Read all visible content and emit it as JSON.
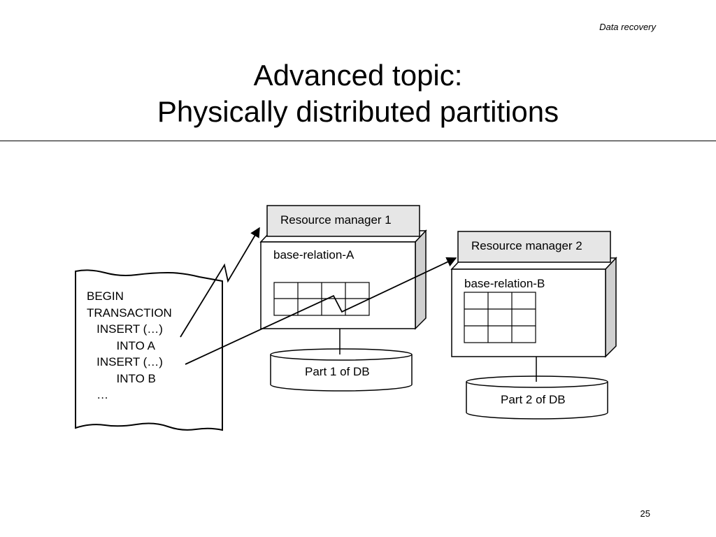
{
  "header": {
    "section": "Data recovery"
  },
  "title": {
    "line1": "Advanced topic:",
    "line2": "Physically distributed partitions"
  },
  "transaction": {
    "lines": [
      "BEGIN",
      "TRANSACTION",
      "   INSERT (…)",
      "         INTO A",
      "   INSERT (…)",
      "         INTO B",
      "   …"
    ]
  },
  "resource_managers": [
    {
      "label": "Resource manager 1",
      "relation": "base-relation-A",
      "db_part": "Part 1 of DB"
    },
    {
      "label": "Resource manager 2",
      "relation": "base-relation-B",
      "db_part": "Part 2 of DB"
    }
  ],
  "footer": {
    "page_number": "25"
  }
}
